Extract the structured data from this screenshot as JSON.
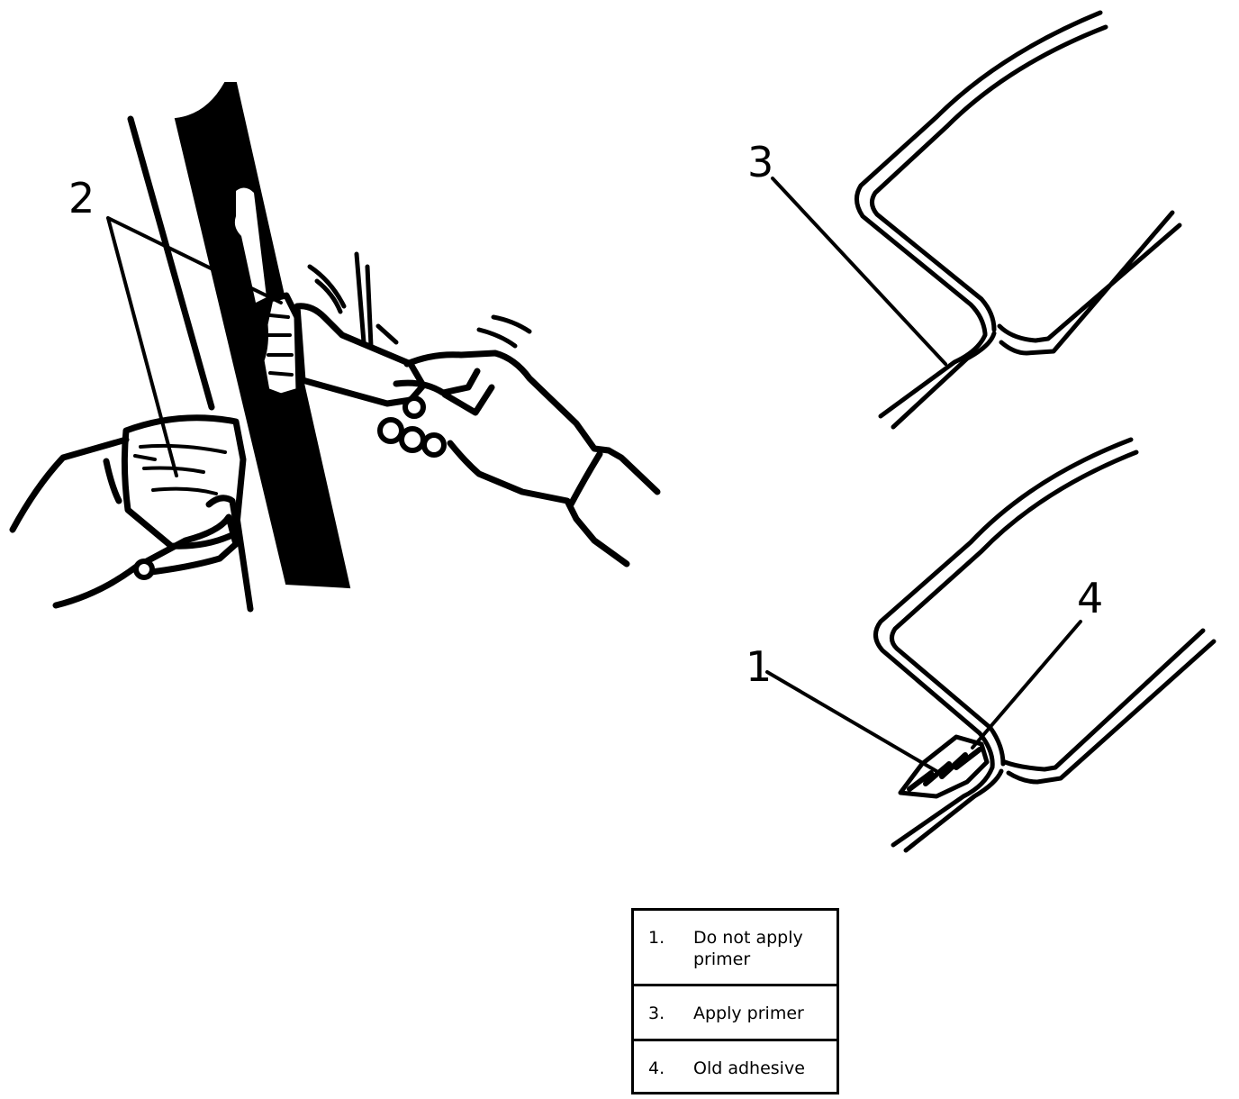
{
  "callouts": {
    "c1": "1",
    "c2": "2",
    "c3": "3",
    "c4": "4"
  },
  "legend": {
    "rows": [
      {
        "num": "1.",
        "text": "Do not apply primer"
      },
      {
        "num": "3.",
        "text": "Apply primer"
      },
      {
        "num": "4.",
        "text": "Old adhesive"
      }
    ]
  }
}
